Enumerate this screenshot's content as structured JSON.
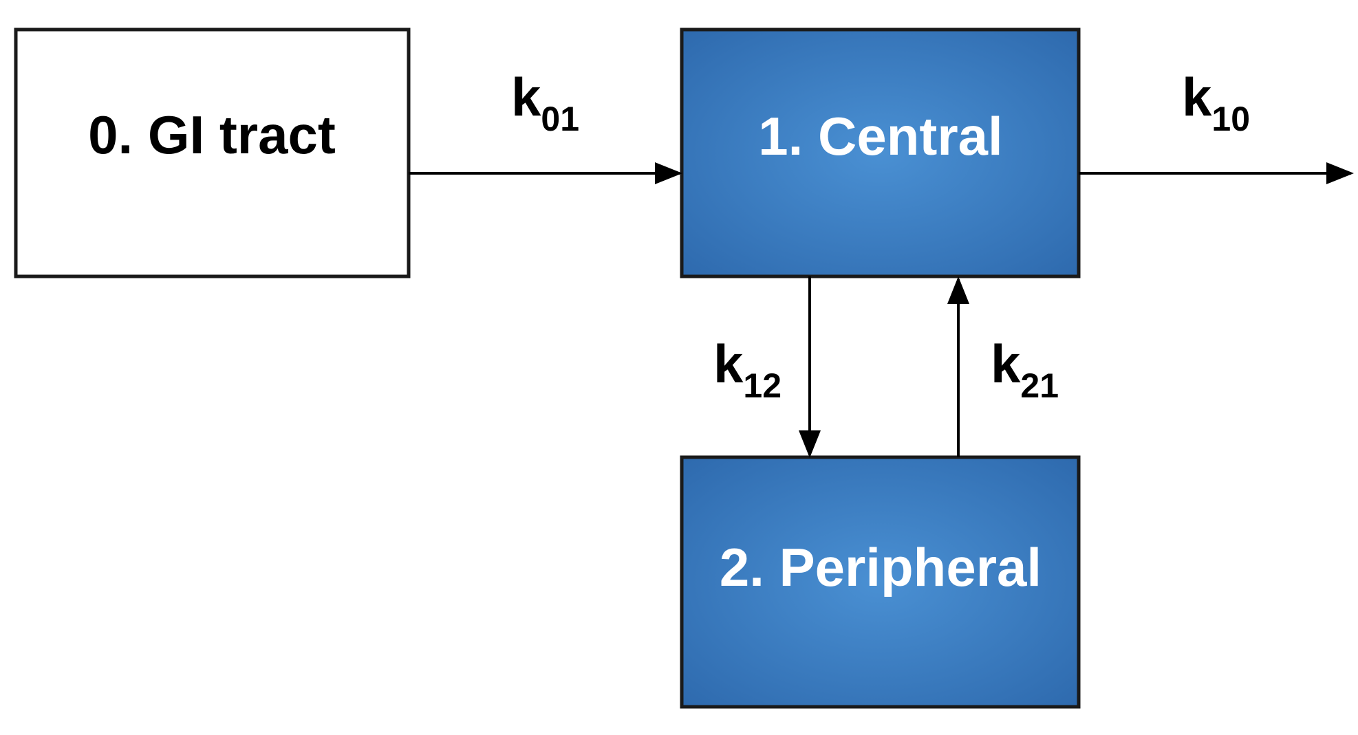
{
  "compartments": {
    "gi_tract": {
      "label": "0. GI tract"
    },
    "central": {
      "label": "1. Central"
    },
    "peripheral": {
      "label": "2. Peripheral"
    }
  },
  "rates": {
    "k01": {
      "base": "k",
      "sub": "01"
    },
    "k10": {
      "base": "k",
      "sub": "10"
    },
    "k12": {
      "base": "k",
      "sub": "12"
    },
    "k21": {
      "base": "k",
      "sub": "21"
    }
  },
  "colors": {
    "box_fill_center": "#4a90d3",
    "box_fill_edge": "#2e6aae",
    "box_border": "#1a1a1a",
    "box_text_dark": "#000000",
    "box_text_light": "#ffffff",
    "arrow": "#000000"
  }
}
